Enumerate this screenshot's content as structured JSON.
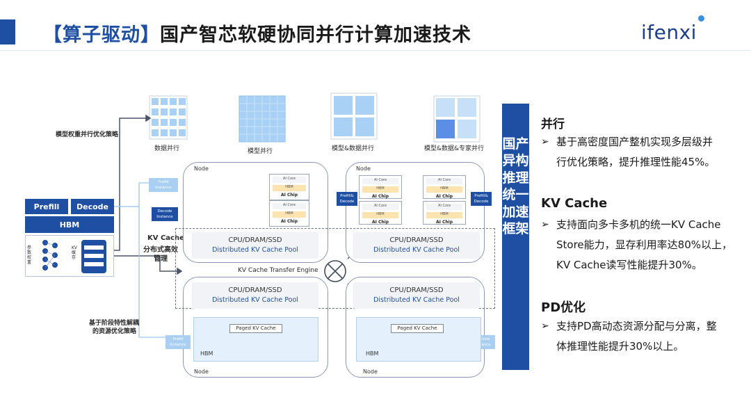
{
  "header": {
    "title_bracket": "【算子驱动】",
    "title_main": "国产智芯软硬协同并行计算加速技术",
    "logo": "ifenxi",
    "accent_color": "#1e4fa3"
  },
  "diagram": {
    "parallel_labels": [
      "数据并行",
      "模型并行",
      "模型&数据并行",
      "模型&数据&专家并行"
    ],
    "strategy_weight": "模型权重并行优化策略",
    "stack": {
      "prefill": "Prefill",
      "decode": "Decode",
      "hbm": "HBM",
      "params": "参数权重",
      "kv": "KV缓存"
    },
    "kv_cache_mgmt": [
      "KV Cache",
      "分布式高效",
      "管理"
    ],
    "stage_strategy": [
      "基于阶段特性解耦",
      "的资源优化策略"
    ],
    "node_label": "Node",
    "pool_line1": "CPU/DRAM/SSD",
    "pool_line2": "Distributed KV Cache Pool",
    "transfer_engine": "KV Cache Transfer Engine",
    "ai_core": "AI Core",
    "ai_chip": "AI Chip",
    "hbm_small": "HBM",
    "paged_kv": "Paged KV Cache",
    "hbm_label": "HBM",
    "prefill_instance": "Prefill Instance",
    "decode_instance": "Decode Instance",
    "pd_instance": "Prefill& Decode"
  },
  "banner": {
    "text": "国产异构推理统一加速框架"
  },
  "sections": [
    {
      "title": "并行",
      "lines": [
        "基于高密度国产整机实现多层级并",
        "行优化策略，提升推理性能45%。"
      ]
    },
    {
      "title": "KV Cache",
      "lines": [
        "支持面向多卡多机的统一KV Cache",
        "Store能力，显存利用率达80%以上，",
        "KV Cache读写性能提升30%。"
      ]
    },
    {
      "title": "PD优化",
      "lines": [
        "支持PD高动态资源分配与分离，整",
        "体推理性能提升30%以上。"
      ]
    }
  ]
}
